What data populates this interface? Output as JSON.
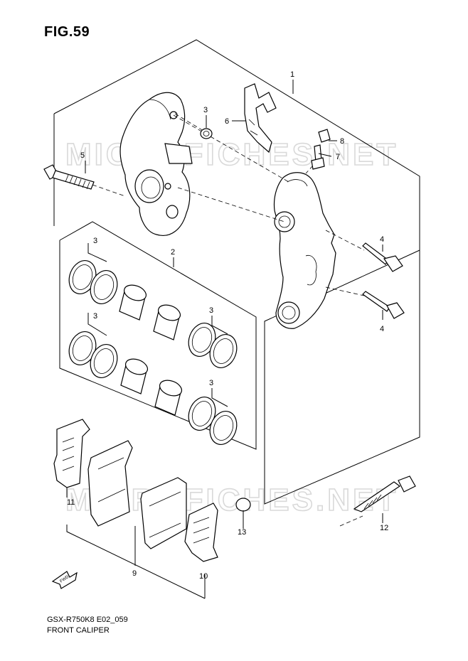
{
  "figure_title": "FIG.59",
  "footer": {
    "model_code": "GSX-R750K8 E02_059",
    "section_name": "FRONT CALIPER"
  },
  "watermark_text": "MICROFICHES.NET",
  "arrow_label": "FWD",
  "callouts": {
    "c1": "1",
    "c2": "2",
    "c3a": "3",
    "c3b": "3",
    "c3c": "3",
    "c3d": "3",
    "c3e": "3",
    "c4a": "4",
    "c4b": "4",
    "c5": "5",
    "c6": "6",
    "c7": "7",
    "c8": "8",
    "c9": "9",
    "c10": "10",
    "c11": "11",
    "c12": "12",
    "c13": "13"
  },
  "colors": {
    "line": "#000000",
    "watermark": "#d9d9d9",
    "background": "#ffffff"
  }
}
